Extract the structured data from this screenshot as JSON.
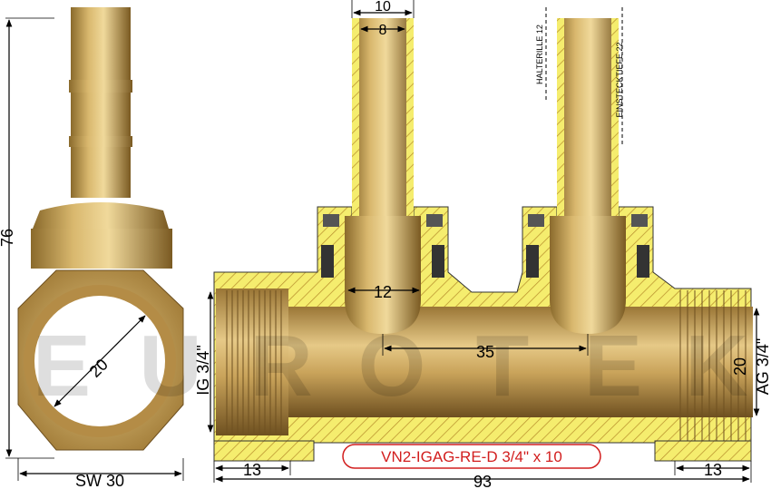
{
  "watermark": [
    "E",
    "U",
    "R",
    "O",
    "T",
    "E",
    "K"
  ],
  "colors": {
    "brass_light": "#e8cf8e",
    "brass_mid": "#c8a25a",
    "brass_dark": "#8a6a2c",
    "section_fill": "#f5ed6e",
    "label_red": "#d21e1e"
  },
  "dimensions": {
    "height_76": "76",
    "sw_30": "SW 30",
    "dia_20_left": "20",
    "pipe_outer_10": "10",
    "pipe_inner_8": "8",
    "halterille": "HALTERILLE 12",
    "einstecktiefe": "EINSTECKTIEFE 22",
    "bore_12": "12",
    "spacing_35": "35",
    "ig_thread": "IG 3/4\"",
    "ag_thread": "AG 3/4\"",
    "dia_20_right": "20",
    "len_13_left": "13",
    "len_93": "93",
    "len_13_right": "13"
  },
  "product_label": "VN2-IGAG-RE-D 3/4\" x 10"
}
